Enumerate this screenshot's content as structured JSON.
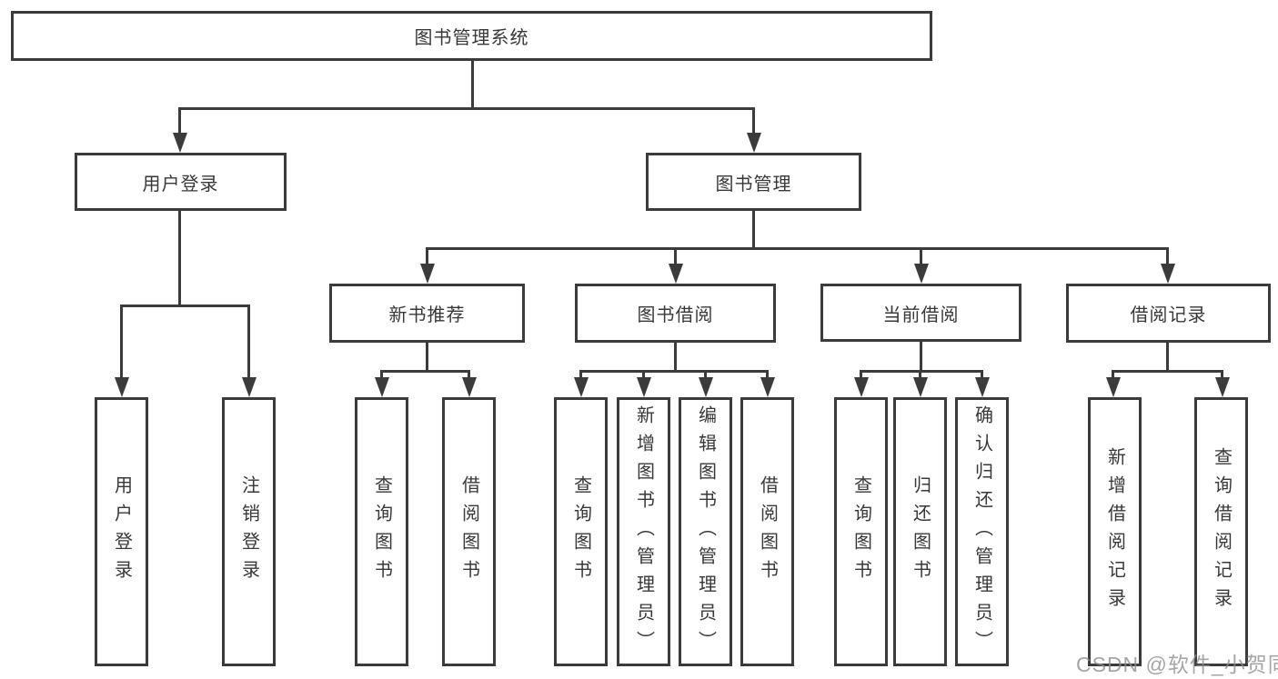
{
  "diagram": {
    "root": {
      "label": "图书管理系统"
    },
    "level2": [
      {
        "label": "用户登录"
      },
      {
        "label": "图书管理"
      }
    ],
    "level3": [
      {
        "label": "新书推荐"
      },
      {
        "label": "图书借阅"
      },
      {
        "label": "当前借阅"
      },
      {
        "label": "借阅记录"
      }
    ],
    "leaves": {
      "user_login": [
        {
          "label": "用户登录"
        },
        {
          "label": "注销登录"
        }
      ],
      "new_book": [
        {
          "label": "查询图书"
        },
        {
          "label": "借阅图书"
        }
      ],
      "book_borrow": [
        {
          "label": "查询图书"
        },
        {
          "label": "新增图书（管理员）"
        },
        {
          "label": "编辑图书（管理员）"
        },
        {
          "label": "借阅图书"
        }
      ],
      "current_borrow": [
        {
          "label": "查询图书"
        },
        {
          "label": "归还图书"
        },
        {
          "label": "确认归还（管理员）"
        }
      ],
      "borrow_record": [
        {
          "label": "新增借阅记录"
        },
        {
          "label": "查询借阅记录"
        }
      ]
    }
  },
  "watermark": {
    "text": "CSDN @软件_小贺同学"
  },
  "colors": {
    "line": "#3b3b3b",
    "text": "#383838",
    "background": "#ffffff",
    "watermark": "#8c8c8c"
  }
}
